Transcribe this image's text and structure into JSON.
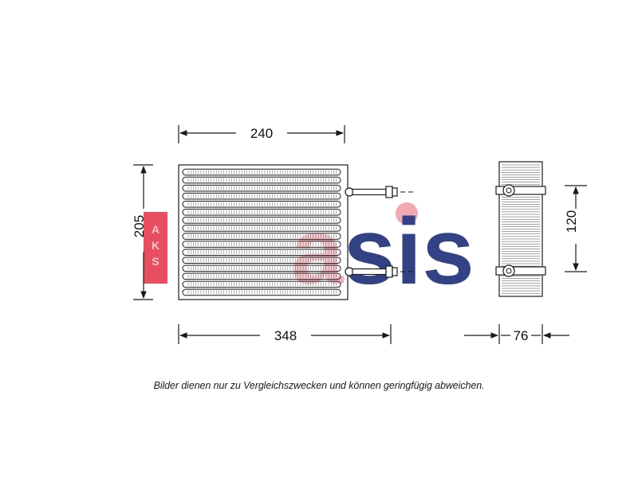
{
  "dimensions": {
    "width_top": "240",
    "height_left": "205",
    "width_bottom": "348",
    "height_side": "120",
    "depth_side": "76"
  },
  "watermark": {
    "letters_vertical": "AKS",
    "wordmark": "asis",
    "colors": {
      "red": "#e63a4f",
      "navy": "#1e2e78",
      "pink": "#f2a0aa",
      "light_blue": "#b9c1e3"
    }
  },
  "disclaimer": "Bilder dienen nur zu Vergleichszwecken und können geringfügig abweichen.",
  "colors": {
    "line": "#1a1a1a",
    "fill": "#ffffff"
  }
}
